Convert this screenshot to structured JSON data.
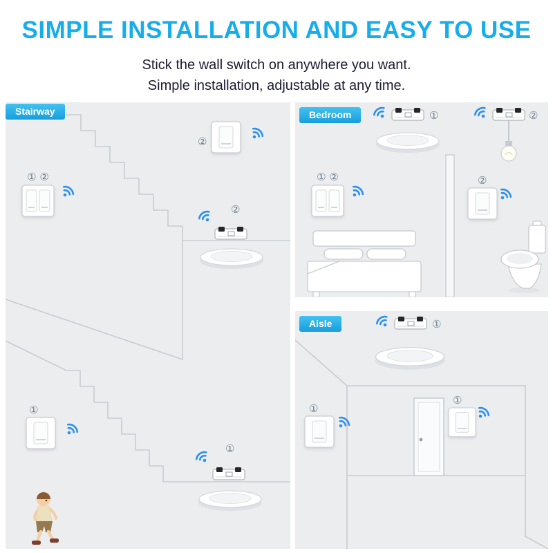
{
  "header": {
    "title": "SIMPLE INSTALLATION AND EASY TO USE",
    "subtitle_line1": "Stick the wall switch on anywhere you want.",
    "subtitle_line2": "Simple installation,  adjustable at any time."
  },
  "panels": {
    "stairway": {
      "label": "Stairway",
      "markers": {
        "top_switch": "②",
        "double_switch": "① ②",
        "mid_lamp": "②",
        "lower_switch": "①",
        "bottom_lamp": "①"
      }
    },
    "bedroom": {
      "label": "Bedroom",
      "markers": {
        "ceiling_lamp": "①",
        "pendant_lamp": "②",
        "double_switch": "① ②",
        "right_switch": "②"
      }
    },
    "aisle": {
      "label": "Aisle",
      "markers": {
        "ceiling_lamp": "①",
        "left_switch": "①",
        "right_switch": "①"
      }
    }
  },
  "icons": {
    "wifi": "wifi-signal-icon",
    "receiver": "wireless-receiver-icon",
    "ceiling_lamp": "ceiling-lamp-icon",
    "pendant_bulb": "light-bulb-icon",
    "wall_switch_single": "single-rocker-wall-switch-icon",
    "wall_switch_double": "double-rocker-wall-switch-icon"
  },
  "colors": {
    "title": "#17ade9",
    "label_bg": "#22b0ec",
    "wifi": "#2b8ff0",
    "marker": "#6b7f8e",
    "panel_bg": "#ecedef",
    "outline": "#c8ccd0",
    "body_text": "#1b1b30"
  }
}
